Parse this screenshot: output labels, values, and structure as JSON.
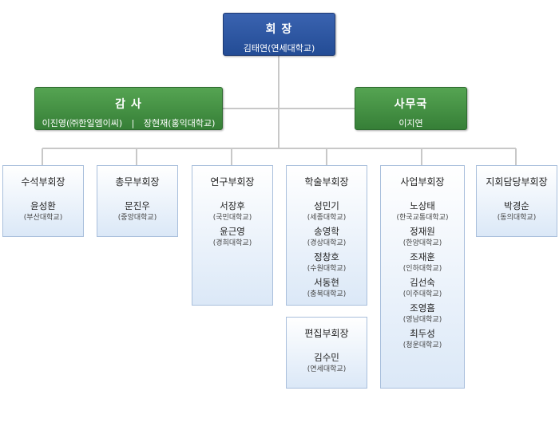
{
  "president": {
    "title": "회  장",
    "name": "김태연(연세대학교)"
  },
  "auditor": {
    "title": "감  사",
    "name1": "이진영(㈜한일엠이씨)",
    "separator": "|",
    "name2": "장현재(홍익대학교)"
  },
  "secretariat": {
    "title": "사무국",
    "name": "이지연"
  },
  "departments": [
    {
      "id": "senior",
      "title": "수석부회장",
      "members": [
        {
          "name": "윤성환",
          "aff": "(부산대학교)"
        }
      ]
    },
    {
      "id": "general",
      "title": "총무부회장",
      "members": [
        {
          "name": "문진우",
          "aff": "(중앙대학교)"
        }
      ]
    },
    {
      "id": "research",
      "title": "연구부회장",
      "members": [
        {
          "name": "서장후",
          "aff": "(국민대학교)"
        },
        {
          "name": "윤근영",
          "aff": "(경희대학교)"
        }
      ]
    },
    {
      "id": "academic",
      "title": "학술부회장",
      "members": [
        {
          "name": "성민기",
          "aff": "(세종대학교)"
        },
        {
          "name": "송영학",
          "aff": "(경상대학교)"
        },
        {
          "name": "정창호",
          "aff": "(수원대학교)"
        },
        {
          "name": "서동현",
          "aff": "(충북대학교)"
        }
      ]
    },
    {
      "id": "business",
      "title": "사업부회장",
      "members": [
        {
          "name": "노상태",
          "aff": "(한국교통대학교)"
        },
        {
          "name": "정재원",
          "aff": "(한양대학교)"
        },
        {
          "name": "조재훈",
          "aff": "(인하대학교)"
        },
        {
          "name": "김선숙",
          "aff": "(이주대학교)"
        },
        {
          "name": "조영흠",
          "aff": "(영남대학교)"
        },
        {
          "name": "최두성",
          "aff": "(청운대학교)"
        }
      ]
    },
    {
      "id": "regional",
      "title": "지회담당부회장",
      "members": [
        {
          "name": "박경순",
          "aff": "(동의대학교)"
        }
      ]
    }
  ],
  "editorial": {
    "title": "편집부회장",
    "members": [
      {
        "name": "김수민",
        "aff": "(연세대학교)"
      }
    ]
  }
}
